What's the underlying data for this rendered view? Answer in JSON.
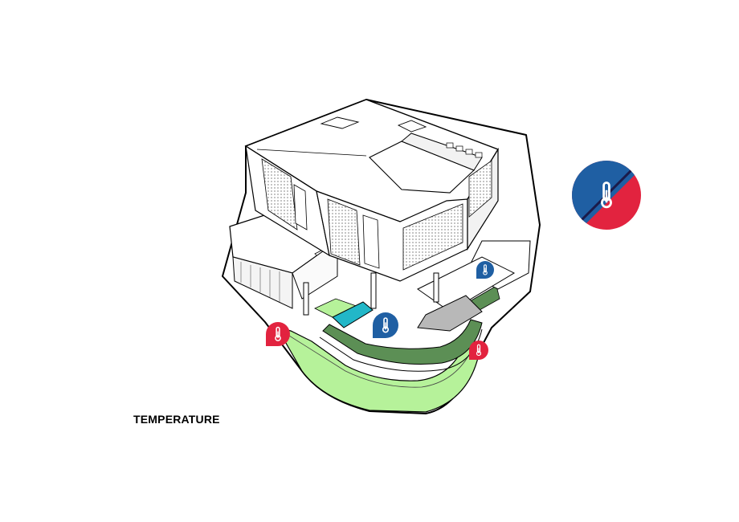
{
  "caption": "TEMPERATURE",
  "colors": {
    "cool_blue": "#1f5fa3",
    "warm_red": "#e2233f",
    "lawn_green": "#b6f29a",
    "planter_green": "#5c8f55",
    "pool_teal": "#22b7c8",
    "outline": "#000000"
  },
  "legend_badge": {
    "icon": "thermometer-icon",
    "left_color": "cool_blue",
    "right_color": "warm_red"
  },
  "markers": [
    {
      "name": "warm-marker-west",
      "icon": "thermometer-icon",
      "tone": "warm"
    },
    {
      "name": "cool-marker-courtyard",
      "icon": "thermometer-icon",
      "tone": "cool"
    },
    {
      "name": "cool-marker-upper-terrace",
      "icon": "thermometer-icon",
      "tone": "cool"
    },
    {
      "name": "warm-marker-east",
      "icon": "thermometer-icon",
      "tone": "warm"
    }
  ]
}
